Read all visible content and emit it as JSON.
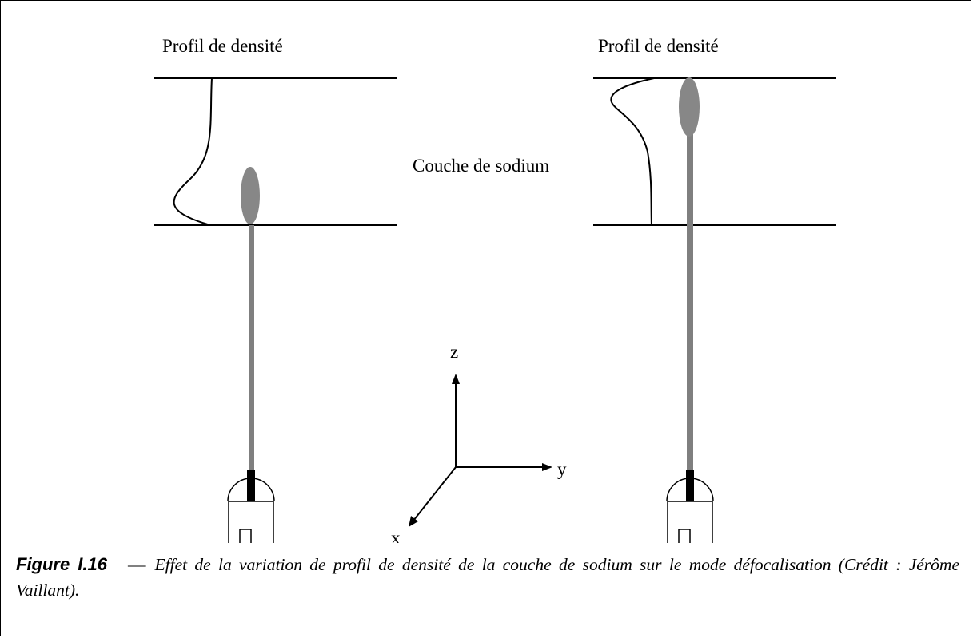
{
  "diagram": {
    "left_panel": {
      "title": "Profil de densité"
    },
    "right_panel": {
      "title": "Profil de densité"
    },
    "layer_label": "Couche de sodium",
    "axes": {
      "z_label": "z",
      "y_label": "y",
      "x_label": "x"
    },
    "colors": {
      "line": "#000000",
      "beam": "#7f7f7f",
      "spot": "#878787",
      "telescope": "#000000"
    }
  },
  "caption": {
    "label": "Figure I.16",
    "separator": "—",
    "text": "Effet de la variation de profil de densité de la couche de sodium sur le mode défocalisation (Crédit : Jérôme Vaillant)."
  }
}
